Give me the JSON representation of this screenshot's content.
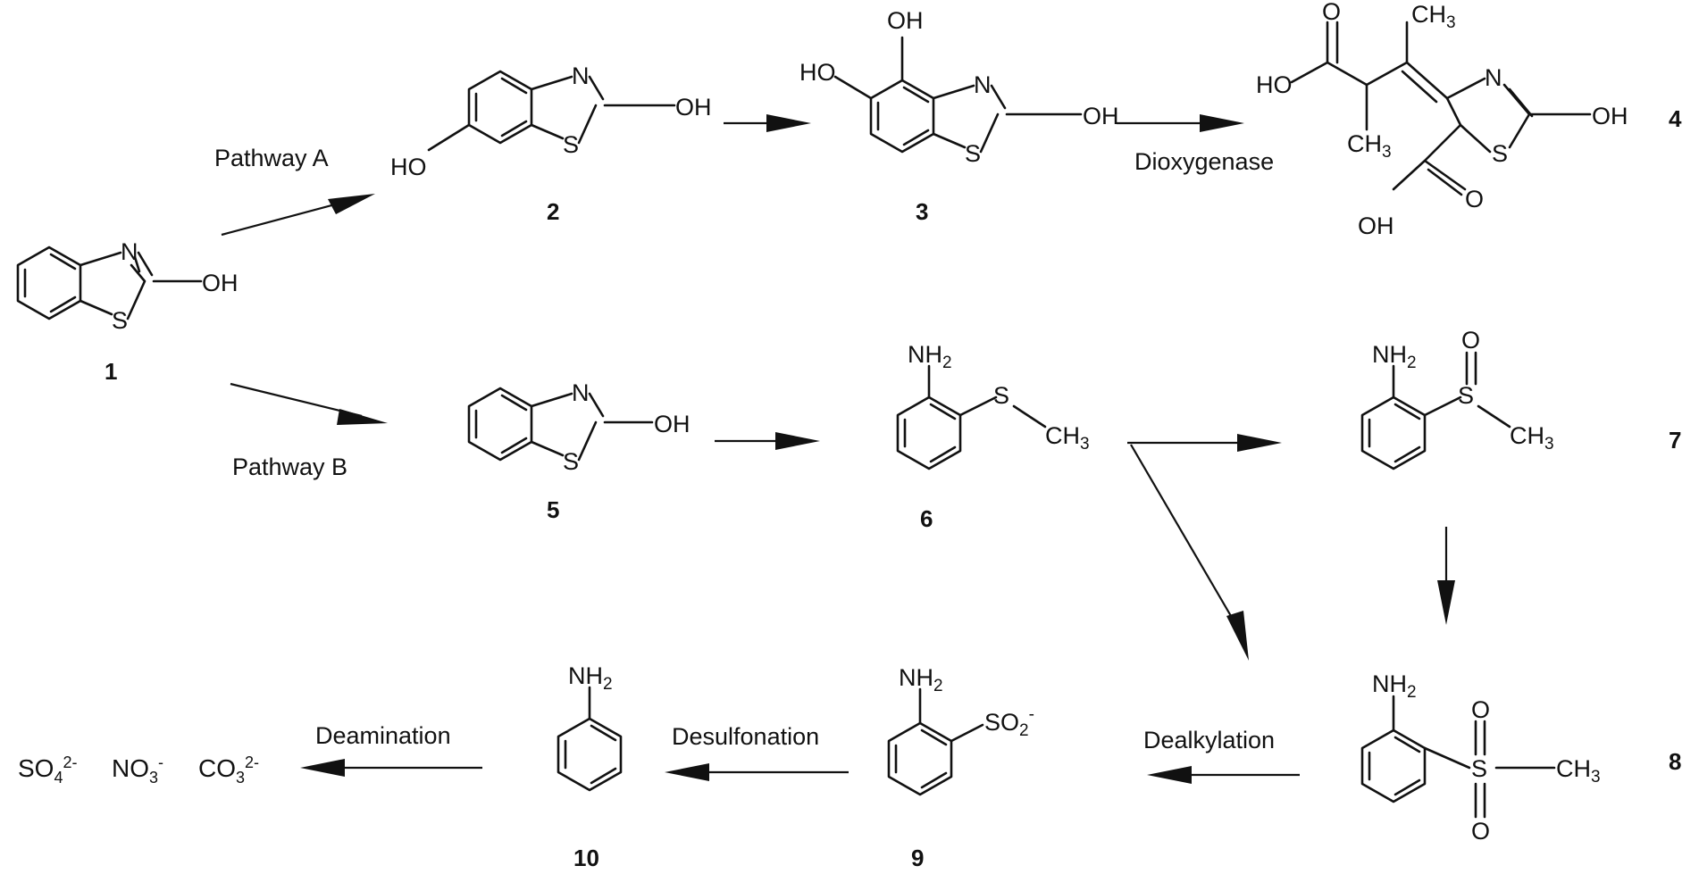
{
  "title": "",
  "pathways": {
    "a": "Pathway A",
    "b": "Pathway B"
  },
  "steps": {
    "dioxygenase": "Dioxygenase",
    "dealkylation": "Dealkylation",
    "desulfonation": "Desulfonation",
    "deamination": "Deamination"
  },
  "compounds": {
    "c1": "1",
    "c2": "2",
    "c3": "3",
    "c4": "4",
    "c5": "5",
    "c6": "6",
    "c7": "7",
    "c8": "8",
    "c9": "9",
    "c10": "10"
  },
  "atoms": {
    "oh": "OH",
    "ho": "HO",
    "n": "N",
    "s": "S",
    "o": "O",
    "nh": "NH",
    "ch": "CH",
    "so": "SO",
    "sub2": "2",
    "sub3": "3"
  },
  "products": {
    "sulfate": "SO4 2-",
    "nitrate": "NO3 -",
    "carbonate": "CO3 2-"
  },
  "product_parts": {
    "sulfate_base": "SO",
    "sulfate_sub": "4",
    "sulfate_sup": "2-",
    "nitrate_base": "NO",
    "nitrate_sub": "3",
    "nitrate_sup": "-",
    "carbonate_base": "CO",
    "carbonate_sub": "3",
    "carbonate_sup": "2-",
    "sulfinate_sup": "-"
  }
}
